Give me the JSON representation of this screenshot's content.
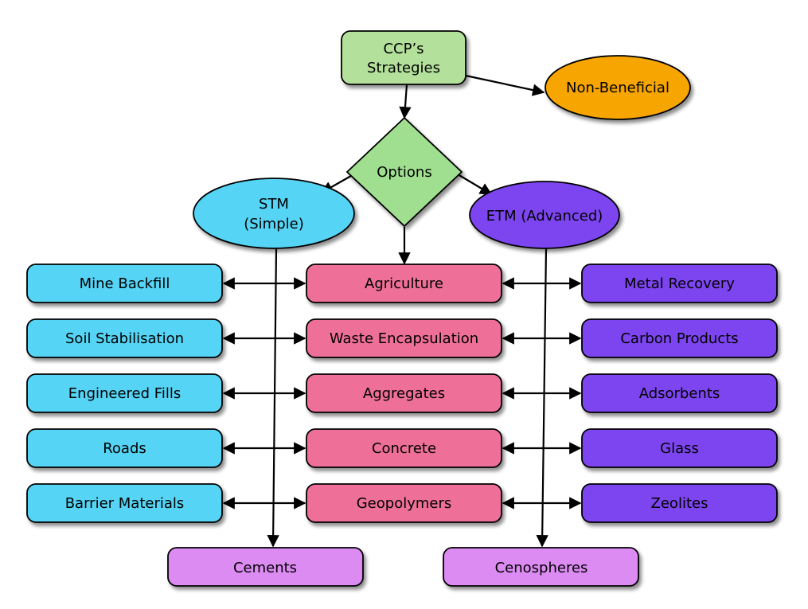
{
  "colors": {
    "top": "#b3e09a",
    "nonbeneficial": "#f7a500",
    "decision": "#9fdf8f",
    "stm": "#55d4f5",
    "etm": "#7d44f0",
    "center": "#ee6f98",
    "bottom": "#dc8bf2",
    "stroke": "#000000"
  },
  "top": {
    "line1": "CCP’s",
    "line2": "Strategies"
  },
  "non_beneficial": {
    "label": "Non-Beneficial"
  },
  "decision": {
    "label": "Options"
  },
  "stm": {
    "line1": "STM",
    "line2": "(Simple)"
  },
  "etm": {
    "label": "ETM (Advanced)"
  },
  "left_column": [
    "Mine Backfill",
    "Soil Stabilisation",
    "Engineered Fills",
    "Roads",
    "Barrier Materials"
  ],
  "center_column": [
    "Agriculture",
    "Waste Encapsulation",
    "Aggregates",
    "Concrete",
    "Geopolymers"
  ],
  "right_column": [
    "Metal Recovery",
    "Carbon Products",
    "Adsorbents",
    "Glass",
    "Zeolites"
  ],
  "bottom": {
    "cements": "Cements",
    "cenospheres": "Cenospheres"
  }
}
